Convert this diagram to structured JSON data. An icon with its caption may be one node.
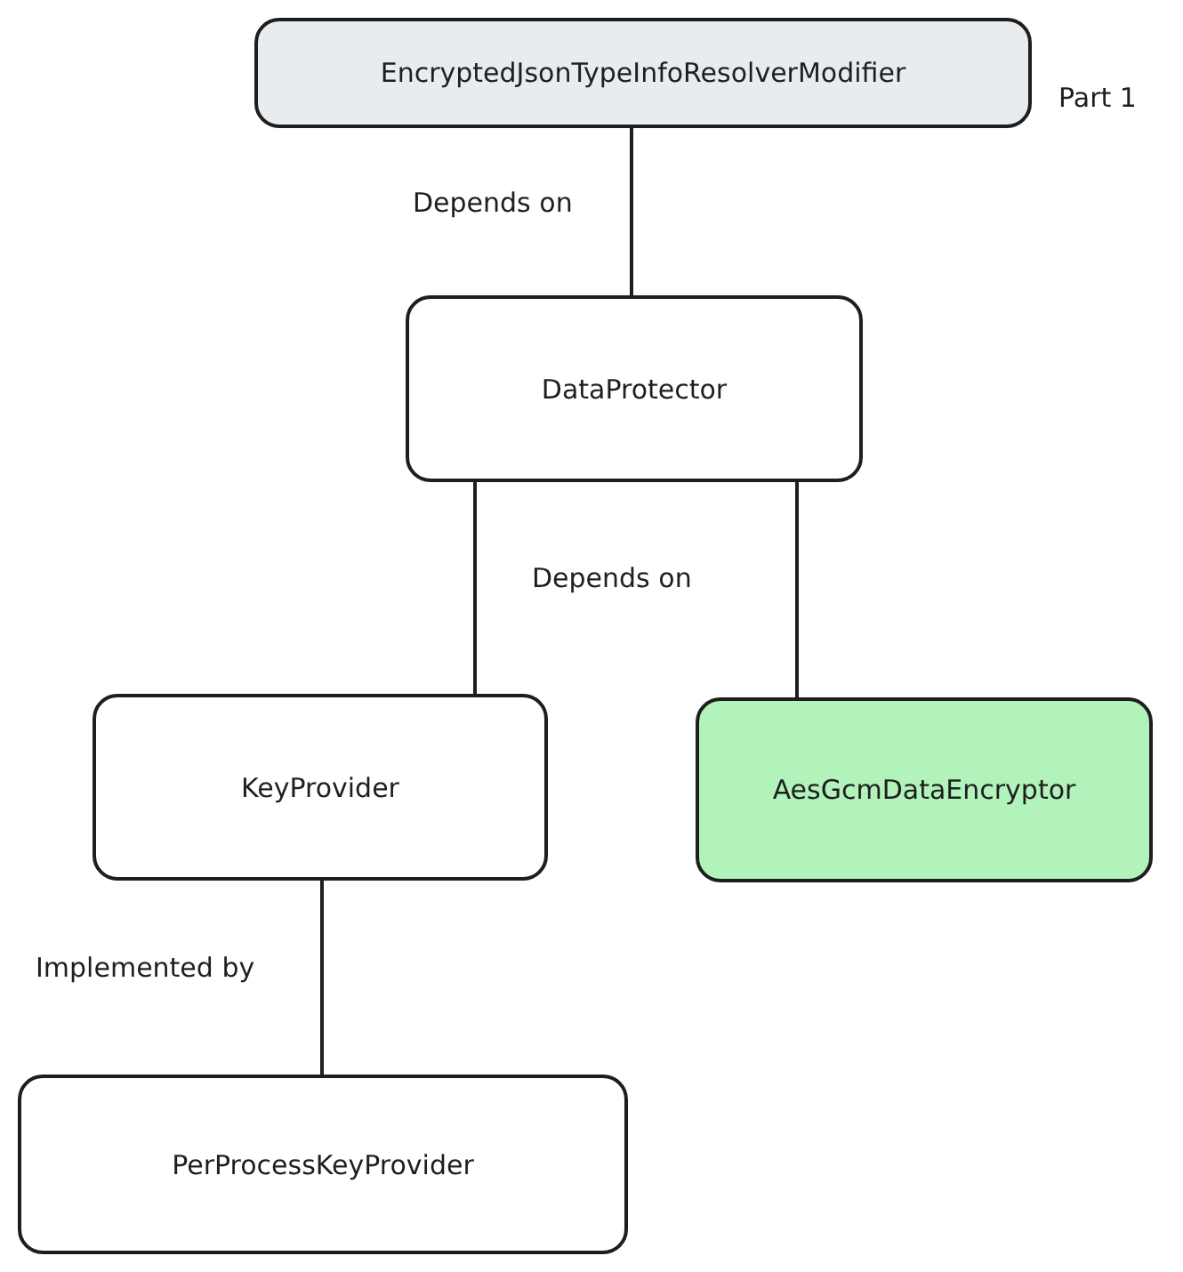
{
  "diagram": {
    "nodes": [
      {
        "text": [
          "EncryptedJsonTypeInfoResolverModifier"
        ],
        "beside": [
          "Part 1"
        ]
      },
      {
        "text": [
          "DataProtector"
        ]
      },
      {
        "text": [
          "KeyProvider"
        ]
      },
      {
        "text": [
          "AesGcmDataEncryptor"
        ]
      },
      {
        "text": [
          "PerProcessKeyProvider"
        ]
      }
    ],
    "edges": [
      {
        "from": 0,
        "to": 1,
        "arrow": "none",
        "label": "Depends on"
      },
      {
        "from": 1,
        "to": 2,
        "arrow": "none",
        "label": "Depends on"
      },
      {
        "from": 1,
        "to": 3,
        "arrow": "none"
      },
      {
        "from": 2,
        "to": 4,
        "arrow": "none",
        "label": "Implemented by"
      }
    ]
  }
}
